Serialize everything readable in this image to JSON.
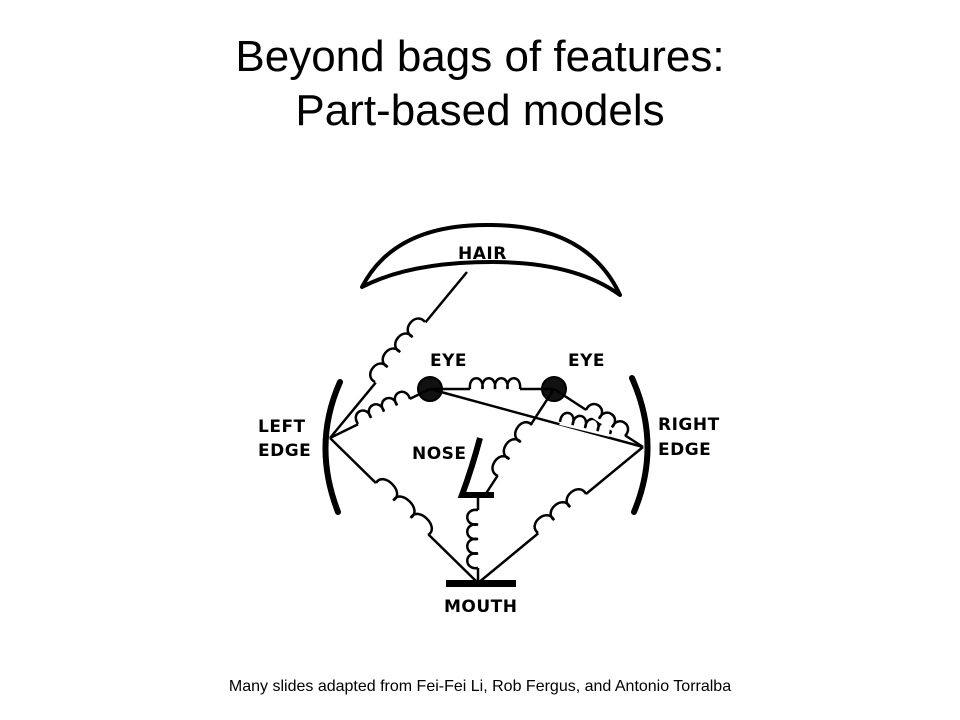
{
  "slide": {
    "title_line1": "Beyond bags of features:",
    "title_line2": "Part-based models",
    "footer": "Many slides adapted from Fei-Fei Li, Rob Fergus, and Antonio Torralba"
  },
  "diagram": {
    "labels": {
      "hair": "HAIR",
      "eye_left": "EYE",
      "eye_right": "EYE",
      "left_edge_1": "LEFT",
      "left_edge_2": "EDGE",
      "right_edge_1": "RIGHT",
      "right_edge_2": "EDGE",
      "nose": "NOSE",
      "mouth": "MOUTH"
    },
    "colors": {
      "ink": "#000000",
      "background": "#ffffff"
    }
  }
}
